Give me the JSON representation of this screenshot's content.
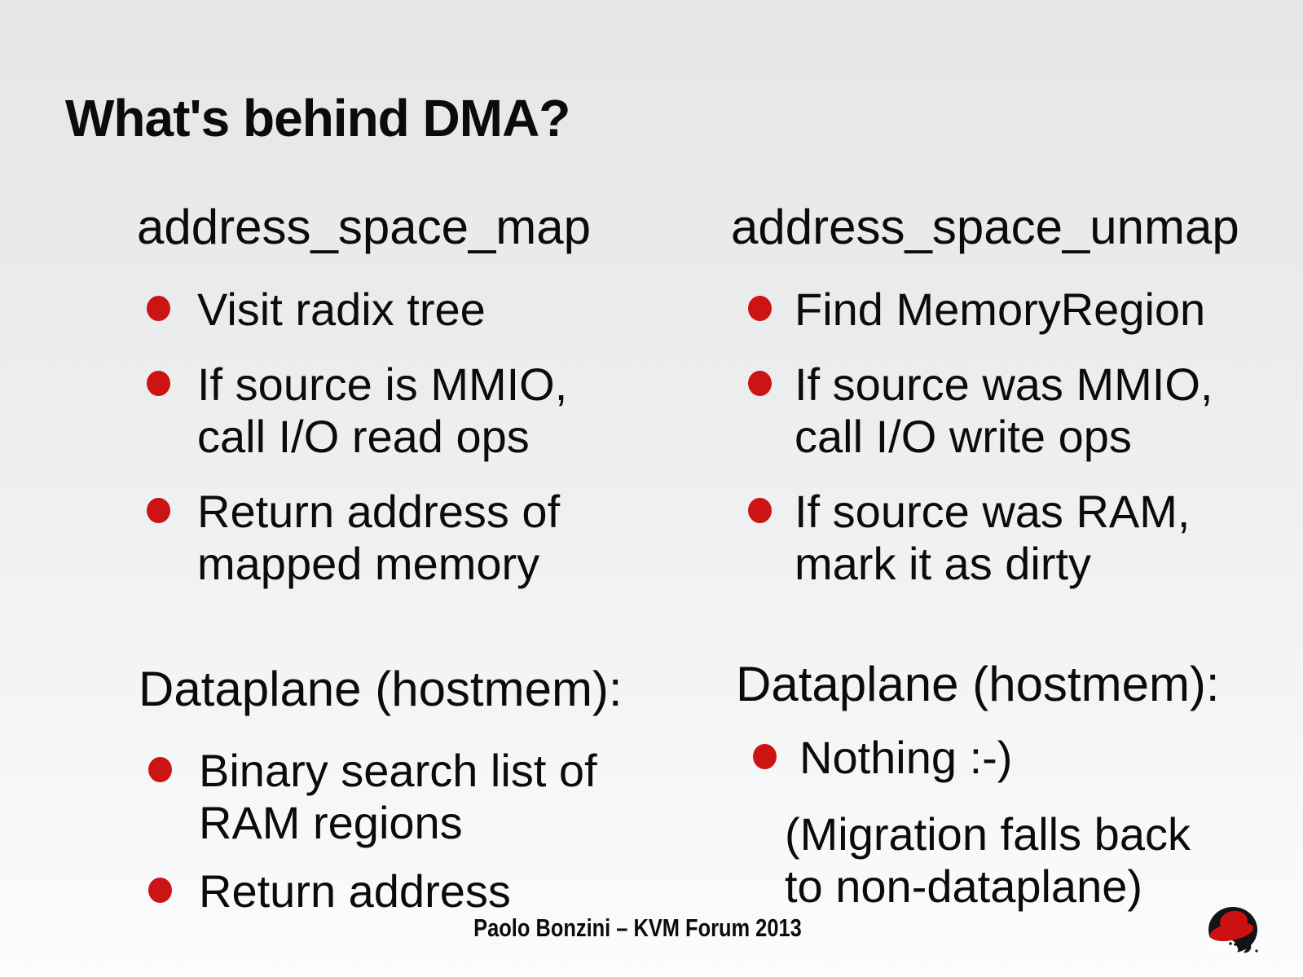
{
  "slide": {
    "title": "What's behind DMA?",
    "footer": "Paolo Bonzini – KVM Forum 2013",
    "logo": "redhat-shadowman-logo",
    "colors": {
      "bullet_red": "#cc1414",
      "logo_red": "#cc1111",
      "text": "#0b0b0b",
      "background_top": "#e4e6e8",
      "background_bottom": "#fbfcfc"
    },
    "sections": {
      "map": {
        "heading": "address_space_map",
        "bullets": [
          {
            "lines": [
              "Visit radix tree"
            ]
          },
          {
            "lines": [
              "If source is MMIO,",
              "call I/O read ops"
            ]
          },
          {
            "lines": [
              "Return address of",
              "mapped memory"
            ]
          }
        ]
      },
      "unmap": {
        "heading": "address_space_unmap",
        "bullets": [
          {
            "lines": [
              "Find MemoryRegion"
            ]
          },
          {
            "lines": [
              "If source was MMIO,",
              "call I/O write ops"
            ]
          },
          {
            "lines": [
              "If source was RAM,",
              "mark it as dirty"
            ]
          }
        ]
      },
      "dataplane_map": {
        "heading": "Dataplane (hostmem):",
        "bullets": [
          {
            "lines": [
              "Binary search list of",
              "RAM regions"
            ]
          },
          {
            "lines": [
              "Return address"
            ]
          }
        ]
      },
      "dataplane_unmap": {
        "heading": "Dataplane (hostmem):",
        "bullets": [
          {
            "lines": [
              "Nothing :-)"
            ]
          }
        ],
        "note_lines": [
          "(Migration falls back",
          "to non-dataplane)"
        ]
      }
    }
  }
}
